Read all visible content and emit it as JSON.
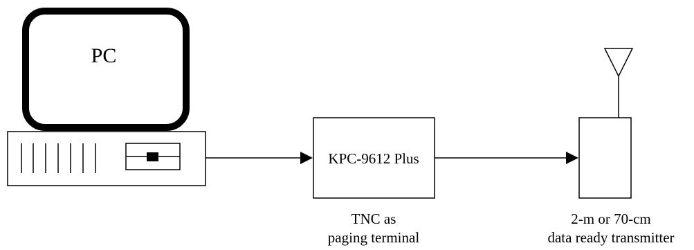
{
  "diagram": {
    "pc": {
      "label": "PC"
    },
    "tnc": {
      "label": "KPC-9612 Plus",
      "caption_line1": "TNC as",
      "caption_line2": "paging terminal"
    },
    "transmitter": {
      "caption_line1": "2-m or 70-cm",
      "caption_line2": "data ready transmitter"
    },
    "icons": {
      "monitor": "monitor-icon",
      "computer_base": "computer-base-icon",
      "antenna": "antenna-icon"
    },
    "colors": {
      "stroke": "#000000",
      "background": "#ffffff"
    }
  }
}
